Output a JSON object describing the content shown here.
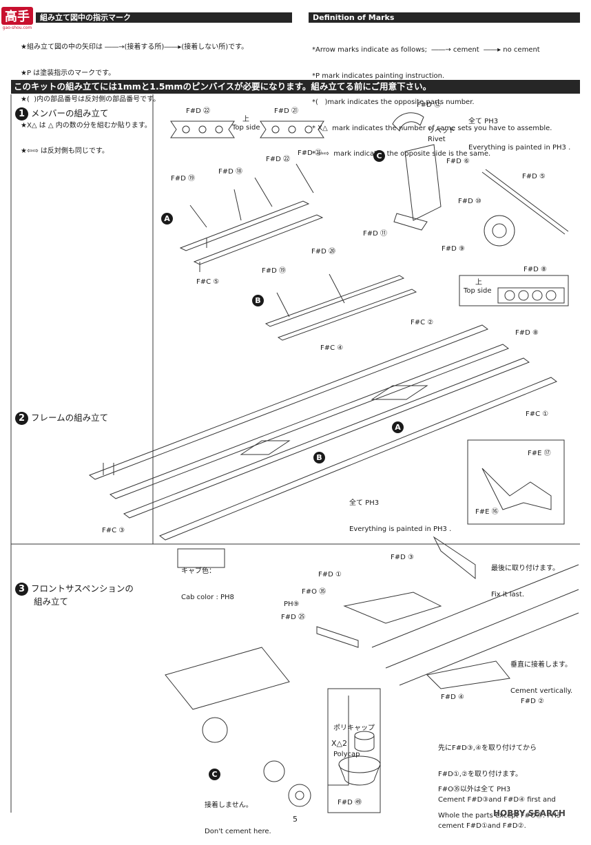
{
  "watermark": {
    "text": "高手",
    "sub": "gao-shou.com"
  },
  "header": {
    "jp_title": "組み立て図中の指示マーク",
    "en_title": "Definition of Marks"
  },
  "legend_jp": [
    "★組み立て図の中の矢印は ――→(接着する所)――▸(接着しない所)です。",
    "★P は塗装指示のマークです。",
    "★(  )内の部品番号は反対側の部品番号です。",
    "★X△ は △ 内の数の分を組むか貼ります。",
    "★⇦⇨ は反対側も同じです。"
  ],
  "legend_en": [
    "*Arrow marks indicate as follows;  ――→ cement  ――▸ no cement",
    "*P mark indicates painting instruction.",
    "*(   )mark indicates the opposite parts number.",
    "* X△  mark indicates the number of same sets you have to assemble.",
    "* ⇦⇨  mark indicates the opposite side is the same."
  ],
  "banner": "このキットの組み立てには1mmと1.5mmのピンバイスが必要になります。組み立てる前にご用意下さい。",
  "steps": [
    {
      "num": "1",
      "title": "メンバーの組み立て"
    },
    {
      "num": "2",
      "title": "フレームの組み立て"
    },
    {
      "num": "3",
      "title": "フロントサスペンションの",
      "title2": "組み立て"
    }
  ],
  "parts": {
    "fd22_top": "F#D ㉒",
    "fd21_top": "F#D ㉑",
    "top_side_jp": "上",
    "top_side_en": "Top side",
    "fd22": "F#D ㉒",
    "fd21": "F#D ㉑",
    "fd18": "F#D ⑱",
    "fd19_a": "F#D ⑲",
    "fc5": "F#C ⑤",
    "fd12": "F#D ⑫",
    "rivet_jp": "リベット",
    "rivet_en": "Rivet",
    "fd6": "F#D ⑥",
    "fd5": "F#D ⑤",
    "fd10": "F#D ⑩",
    "fd11": "F#D ⑪",
    "fd9": "F#D ⑨",
    "fd20": "F#D ⑳",
    "fd19_b": "F#D ⑲",
    "fc4": "F#C ④",
    "fd8_box": "F#D ⑧",
    "top_side2_jp": "上",
    "top_side2_en": "Top side",
    "fc2": "F#C ②",
    "fd8": "F#D ⑧",
    "fc1": "F#C ①",
    "fc3": "F#C ③",
    "fe17": "F#E ⑰",
    "fe16": "F#E ⑯",
    "fd3": "F#D ③",
    "fd1": "F#D ①",
    "fo35": "F#O ㉟",
    "ph9": "PH⑨",
    "fd25": "F#D ㉕",
    "fd4": "F#D ④",
    "fd2": "F#D ②",
    "fd49": "F#D ㊾"
  },
  "markers": {
    "a1": "A",
    "b1": "B",
    "c1": "C",
    "a2": "A",
    "b2": "B",
    "c3": "C"
  },
  "notes": {
    "painted1_jp": "全て PH3",
    "painted1_en": "Everything is painted in PH3 .",
    "painted2_jp": "全て PH3",
    "painted2_en": "Everything is painted in PH3 .",
    "cab_color_jp": "キャブ色：",
    "cab_color_en": "Cab color : PH8",
    "last_jp": "最後に取り付けます。",
    "last_en": "Fix it last.",
    "vertical_jp": "垂直に接着します。",
    "vertical_en": "Cement vertically.",
    "polycap_jp": "ポリキャップ",
    "polycap_en": "Polycap",
    "x2": "X△2",
    "nocement_jp": "接着しません。",
    "nocement_en": "Don't cement here.",
    "order_jp1": "先にF#D③,④を取り付けてから",
    "order_jp2": "F#D①,②を取り付けます。",
    "order_en1": "Cement F#D③and F#D④ first and",
    "order_en2": "cement F#D①and F#D②.",
    "except_jp": "F#O㉟以外は全て PH3",
    "except_en": "Whole the parts except F#O㉟: PH3"
  },
  "footer": {
    "page": "5",
    "brand": "HOBBY SEARCH"
  }
}
